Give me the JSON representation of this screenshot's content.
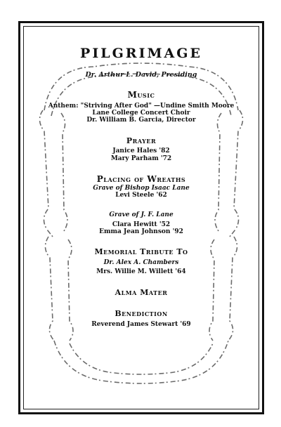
{
  "program": {
    "title": "PILGRIMAGE",
    "presiding": "Dr. Arthur L. David, Presiding",
    "music": {
      "heading": "Music",
      "anthem": "Anthem: \"Striving After God\" —Undine Smith Moore",
      "choir": "Lane College Concert Choir",
      "director": "Dr. William B. Garcia, Director"
    },
    "prayer": {
      "heading": "Prayer",
      "names": [
        "Janice Hales '82",
        "Mary Parham '72"
      ]
    },
    "wreaths": {
      "heading": "Placing of Wreaths",
      "grave1": "Grave of Bishop Isaac Lane",
      "grave1_names": [
        "Levi Steele '62"
      ],
      "grave2": "Grave of J. F. Lane",
      "grave2_names": [
        "Clara Hewitt '52",
        "Emma Jean Johnson '92"
      ]
    },
    "memorial": {
      "heading": "Memorial Tribute To",
      "names": [
        "Dr. Alex A. Chambers",
        "Mrs. Willie M. Willett '64"
      ]
    },
    "alma_mater": {
      "heading": "Alma Mater"
    },
    "benediction": {
      "heading": "Benediction",
      "name": "Reverend James Stewart '69"
    }
  }
}
